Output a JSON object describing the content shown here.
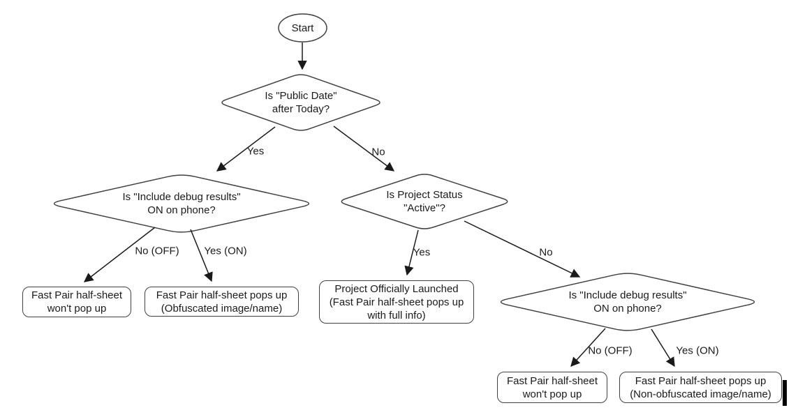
{
  "flowchart": {
    "description": "Fast Pair half-sheet decision flowchart",
    "colors": {
      "background": "#ffffff",
      "shape_stroke": "#404040",
      "shape_fill": "#ffffff",
      "text": "#1a1a1a",
      "arrow": "#1a1a1a",
      "cursor_bar": "#000000"
    },
    "nodes": [
      {
        "id": "start",
        "kind": "start-terminal",
        "lines": [
          "Start"
        ]
      },
      {
        "id": "decision-public-date",
        "kind": "decision",
        "lines": [
          "Is \"Public Date\"",
          "after Today?"
        ]
      },
      {
        "id": "decision-debug-results-left",
        "kind": "decision",
        "lines": [
          "Is \"Include debug results\"",
          "ON on phone?"
        ]
      },
      {
        "id": "decision-project-status",
        "kind": "decision",
        "lines": [
          "Is Project Status",
          "\"Active\"?"
        ]
      },
      {
        "id": "decision-debug-results-right",
        "kind": "decision",
        "lines": [
          "Is \"Include debug results\"",
          "ON on phone?"
        ]
      },
      {
        "id": "result-no-popup-left",
        "kind": "result",
        "lines": [
          "Fast Pair half-sheet",
          "won't pop up"
        ]
      },
      {
        "id": "result-obfuscated-popup",
        "kind": "result",
        "lines": [
          "Fast Pair half-sheet pops up",
          "(Obfuscated image/name)"
        ]
      },
      {
        "id": "result-official-launch",
        "kind": "result",
        "lines": [
          "Project Officially Launched",
          "(Fast Pair half-sheet pops up",
          "with full info)"
        ]
      },
      {
        "id": "result-no-popup-right",
        "kind": "result",
        "lines": [
          "Fast Pair half-sheet",
          "won't pop up"
        ]
      },
      {
        "id": "result-non-obfuscated-popup",
        "kind": "result",
        "lines": [
          "Fast Pair half-sheet pops up",
          "(Non-obfuscated image/name)"
        ]
      }
    ],
    "edge_labels": [
      {
        "id": "public-date-yes",
        "text": "Yes"
      },
      {
        "id": "public-date-no",
        "text": "No"
      },
      {
        "id": "debug-left-no-off",
        "text": "No (OFF)"
      },
      {
        "id": "debug-left-yes-on",
        "text": "Yes (ON)"
      },
      {
        "id": "project-status-yes",
        "text": "Yes"
      },
      {
        "id": "project-status-no",
        "text": "No"
      },
      {
        "id": "debug-right-no-off",
        "text": "No (OFF)"
      },
      {
        "id": "debug-right-yes-on",
        "text": "Yes (ON)"
      }
    ]
  }
}
